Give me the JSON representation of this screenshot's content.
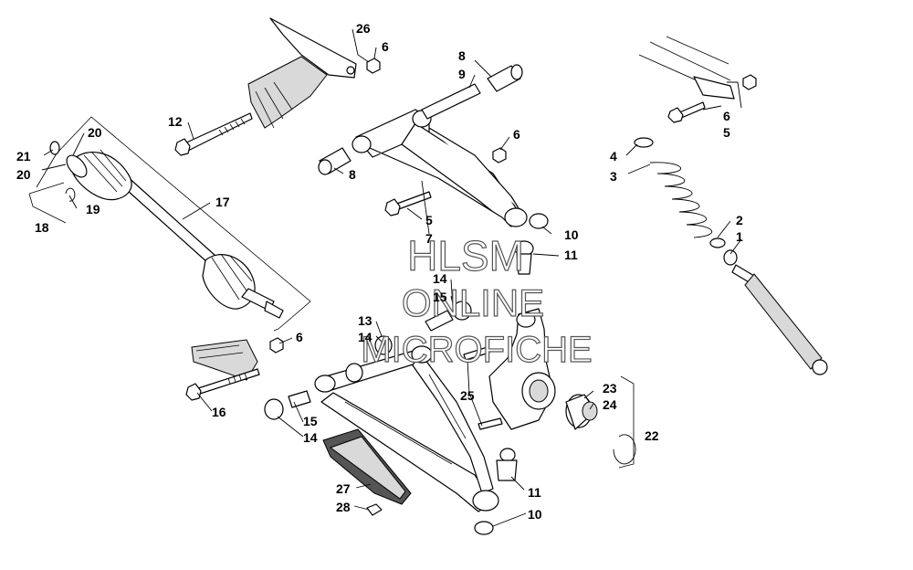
{
  "callouts": {
    "c1": "1",
    "c2": "2",
    "c3": "3",
    "c4": "4",
    "c5a": "5",
    "c5b": "5",
    "c6a": "6",
    "c6b": "6",
    "c6c": "6",
    "c6d": "6",
    "c7": "7",
    "c8a": "8",
    "c8b": "8",
    "c9": "9",
    "c10a": "10",
    "c10b": "10",
    "c11a": "11",
    "c11b": "11",
    "c12": "12",
    "c13": "13",
    "c14a": "14",
    "c14b": "14",
    "c14c": "14",
    "c15a": "15",
    "c15b": "15",
    "c16": "16",
    "c17": "17",
    "c18": "18",
    "c19": "19",
    "c20a": "20",
    "c20b": "20",
    "c21": "21",
    "c22": "22",
    "c23": "23",
    "c24": "24",
    "c25": "25",
    "c26": "26",
    "c27": "27",
    "c28": "28"
  },
  "watermark": {
    "line1": "HLSM",
    "line2": "ONLINE",
    "line3": "MICROFICHE"
  }
}
